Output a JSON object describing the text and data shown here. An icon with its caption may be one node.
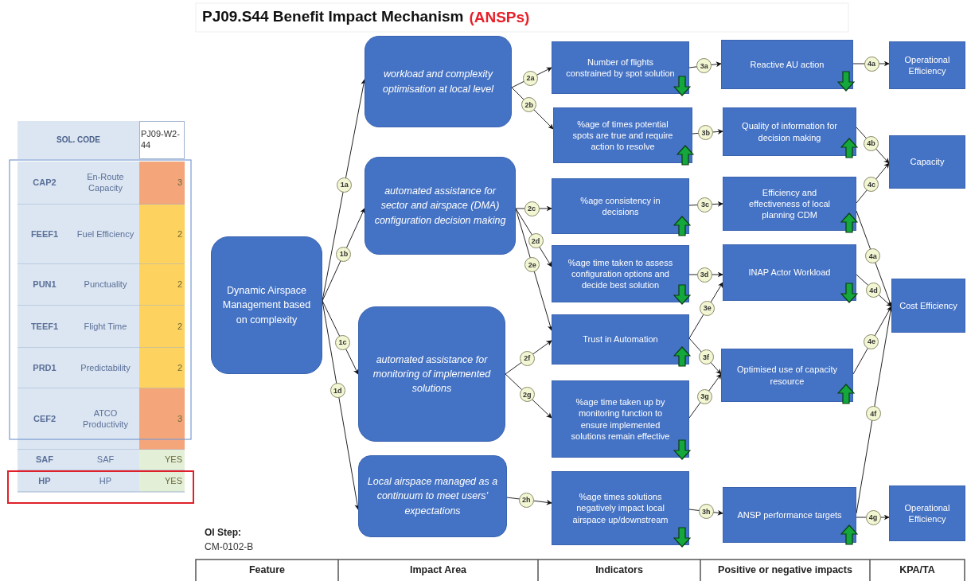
{
  "diagram": {
    "title": "PJ09.S44 Benefit Impact Mechanism",
    "nodes": [
      {
        "text": [
          "Dynamic Airspace Management based on complexity"
        ]
      },
      {
        "text": [
          "workload and complexity optimisation at local level"
        ]
      },
      {
        "text": [
          "automated assistance for sector and airspace (DMA) configuration decision making"
        ]
      },
      {
        "text": [
          "automated assistance for monitoring of implemented solutions"
        ]
      },
      {
        "text": [
          "Local airspace managed as a continuum to meet users’ expectations"
        ]
      },
      {
        "text": [
          "Number of flights constrained by spot solution"
        ]
      },
      {
        "text": [
          "%age of times  potential spots are true and require action to  resolve"
        ]
      },
      {
        "text": [
          "%age consistency in decisions"
        ]
      },
      {
        "text": [
          "%age time taken to assess configuration options and decide best solution"
        ]
      },
      {
        "text": [
          "Trust in Automation"
        ]
      },
      {
        "text": [
          "%age time taken up by monitoring function to ensure implemented solutions remain effective"
        ]
      },
      {
        "text": [
          "%age times solutions negatively impact local airspace up/downstream"
        ]
      },
      {
        "text": [
          "Reactive AU action"
        ]
      },
      {
        "text": [
          "Quality of information for decision making"
        ]
      },
      {
        "text": [
          "Efficiency and effectiveness of local planning CDM"
        ]
      },
      {
        "text": [
          "INAP Actor Workload"
        ]
      },
      {
        "text": [
          "Optimised use of capacity resource"
        ]
      },
      {
        "text": [
          "ANSP performance targets"
        ]
      },
      {
        "text": [
          "Operational Efficiency"
        ]
      },
      {
        "text": [
          "Capacity"
        ]
      },
      {
        "text": [
          "Cost Efficiency"
        ]
      },
      {
        "text": [
          "Operational Efficiency"
        ]
      }
    ],
    "edges": [
      {
        "from": 0,
        "to": 1,
        "arrow": "to",
        "label": "1a"
      },
      {
        "from": 0,
        "to": 2,
        "arrow": "to",
        "label": "1b"
      },
      {
        "from": 0,
        "to": 3,
        "arrow": "to",
        "label": "1c"
      },
      {
        "from": 0,
        "to": 4,
        "arrow": "to",
        "label": "1d"
      },
      {
        "from": 1,
        "to": 5,
        "arrow": "to",
        "label": "2a"
      },
      {
        "from": 1,
        "to": 6,
        "arrow": "to",
        "label": "2b"
      },
      {
        "from": 2,
        "to": 7,
        "arrow": "to",
        "label": "2c"
      },
      {
        "from": 2,
        "to": 8,
        "arrow": "to",
        "label": "2d"
      },
      {
        "from": 2,
        "to": 9,
        "arrow": "to",
        "label": "2e"
      },
      {
        "from": 3,
        "to": 9,
        "arrow": "to",
        "label": "2f"
      },
      {
        "from": 3,
        "to": 10,
        "arrow": "to",
        "label": "2g"
      },
      {
        "from": 4,
        "to": 11,
        "arrow": "to",
        "label": "2h"
      },
      {
        "from": 5,
        "to": 12,
        "arrow": "to",
        "label": "3a"
      },
      {
        "from": 6,
        "to": 13,
        "arrow": "to",
        "label": "3b"
      },
      {
        "from": 7,
        "to": 14,
        "arrow": "to",
        "label": "3c"
      },
      {
        "from": 8,
        "to": 15,
        "arrow": "to",
        "label": "3d"
      },
      {
        "from": 9,
        "to": 15,
        "arrow": "to",
        "label": "3e"
      },
      {
        "from": 9,
        "to": 16,
        "arrow": "to",
        "label": "3f"
      },
      {
        "from": 10,
        "to": 16,
        "arrow": "to",
        "label": "3g"
      },
      {
        "from": 11,
        "to": 17,
        "arrow": "to",
        "label": "3h"
      },
      {
        "from": 12,
        "to": 18,
        "arrow": "to",
        "label": "4a"
      },
      {
        "from": 13,
        "to": 19,
        "arrow": "to",
        "label": "4b"
      },
      {
        "from": 14,
        "to": 19,
        "arrow": "to",
        "label": "4c"
      },
      {
        "from": 14,
        "to": 20,
        "arrow": "to",
        "label": "4a"
      },
      {
        "from": 15,
        "to": 20,
        "arrow": "to",
        "label": "4d"
      },
      {
        "from": 16,
        "to": 20,
        "arrow": "to",
        "label": "4e"
      },
      {
        "from": 17,
        "to": 20,
        "arrow": "to",
        "label": "4f"
      },
      {
        "from": 17,
        "to": 21,
        "arrow": "to",
        "label": "4g"
      }
    ],
    "labels": [
      "(ANSPs)",
      "SOL. CODE",
      "PJ09-W2-44",
      "CAP2",
      "En-Route Capacity",
      "3",
      "FEEF1",
      "Fuel Efficiency",
      "2",
      "PUN1",
      "Punctuality",
      "2",
      "TEEF1",
      "Flight Time",
      "2",
      "PRD1",
      "Predictability",
      "2",
      "CEF2",
      "ATCO Productivity",
      "3",
      "SAF",
      "SAF",
      "YES",
      "HP",
      "HP",
      "YES",
      "OI Step:",
      "CM-0102-B",
      "Feature",
      "Impact Area",
      "Indicators",
      "Positive or negative impacts",
      "KPA/TA"
    ]
  }
}
